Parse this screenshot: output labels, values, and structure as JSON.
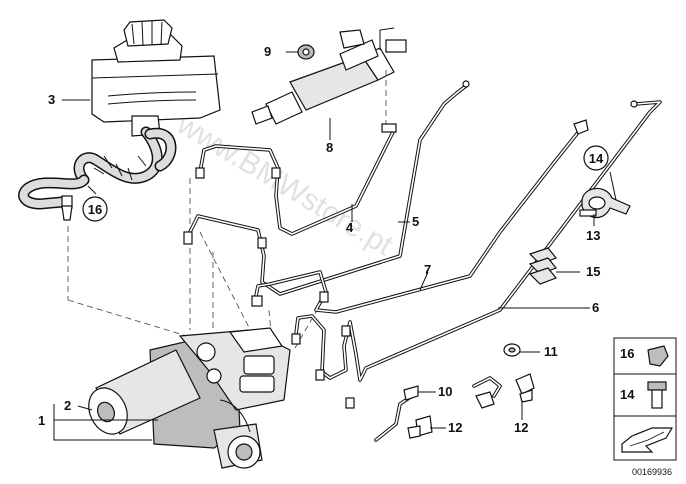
{
  "diagram": {
    "callouts": {
      "p1": "1",
      "p2": "2",
      "p3": "3",
      "p4": "4",
      "p5": "5",
      "p6": "6",
      "p7": "7",
      "p8": "8",
      "p9": "9",
      "p10": "10",
      "p11": "11",
      "p12a": "12",
      "p12b": "12",
      "p13": "13",
      "p14": "14",
      "p15": "15",
      "p16": "16"
    },
    "legend": {
      "top": "16",
      "bottom": "14"
    },
    "image_number": "00169936",
    "watermark": "www.BMWstore.pt"
  }
}
